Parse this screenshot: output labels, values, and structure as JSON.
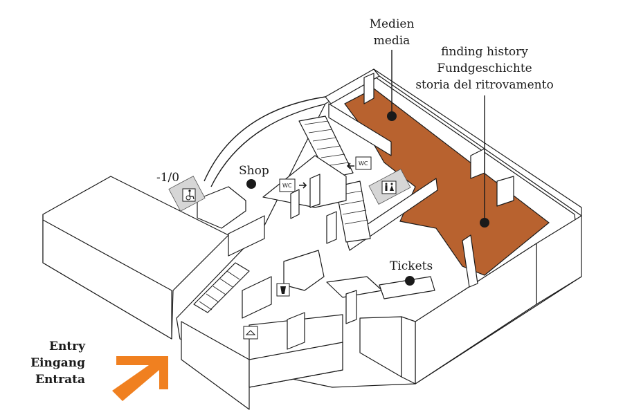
{
  "labels": {
    "media": [
      "Medien",
      "media"
    ],
    "finding_history": [
      "finding history",
      "Fundgeschichte",
      "storia del ritrovamento"
    ],
    "shop": "Shop",
    "tickets": "Tickets",
    "level": "-1/0",
    "entry": [
      "Entry",
      "Eingang",
      "Entrata"
    ],
    "wc_1": "WC",
    "wc_2": "WC"
  },
  "colors": {
    "exhibition_area": "#b8622f",
    "entry_arrow": "#f08020",
    "walls": "#1a1a1a",
    "sign_background": "#d6d6d6"
  },
  "icons": [
    "wheelchair-icon",
    "restroom-icon",
    "drink-icon",
    "coat-hanger-icon",
    "arrow-icon"
  ]
}
